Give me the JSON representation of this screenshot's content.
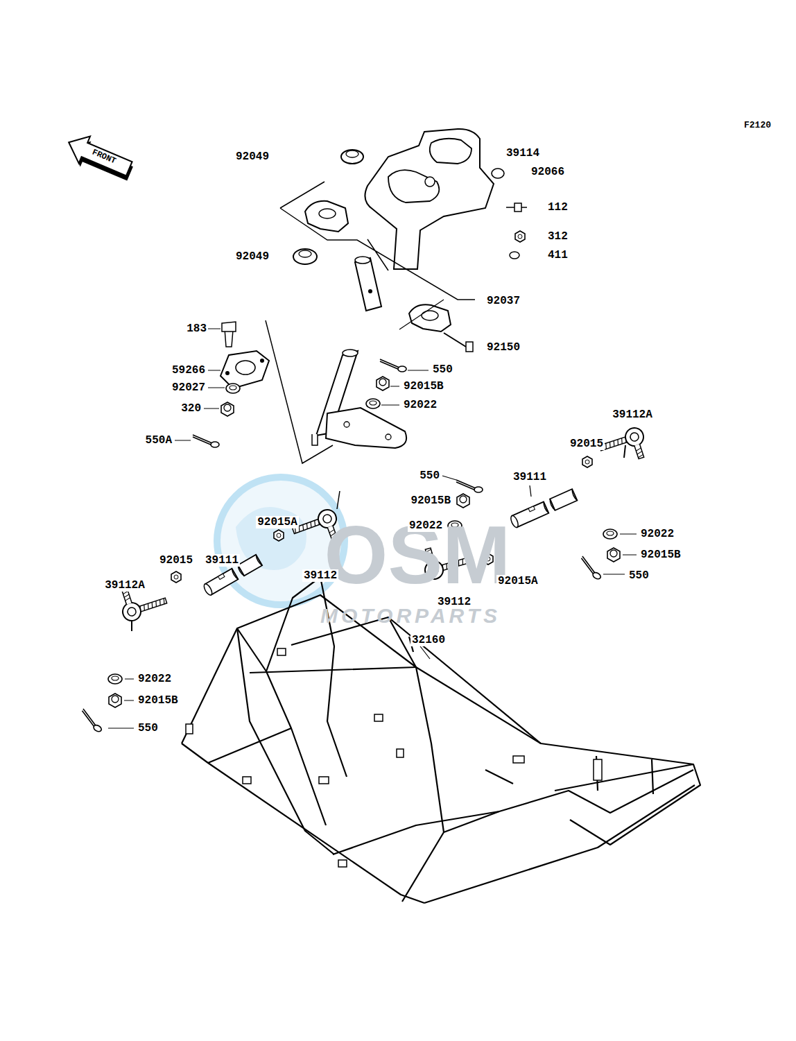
{
  "diagram": {
    "labels": [
      "F2120",
      "FRONT",
      "92049",
      "39114",
      "92066",
      "112",
      "312",
      "411",
      "92049",
      "92037",
      "92150",
      "183",
      "59266",
      "92027",
      "320",
      "550A",
      "550",
      "92015B",
      "92022",
      "39112A",
      "92015",
      "550",
      "39111",
      "92015B",
      "92022",
      "92022",
      "92015B",
      "550",
      "92015A",
      "39112",
      "32160",
      "92015A",
      "39112",
      "39111",
      "92015",
      "39112A",
      "92022",
      "92015B",
      "550",
      "OSM",
      "MOTORPARTS"
    ]
  }
}
